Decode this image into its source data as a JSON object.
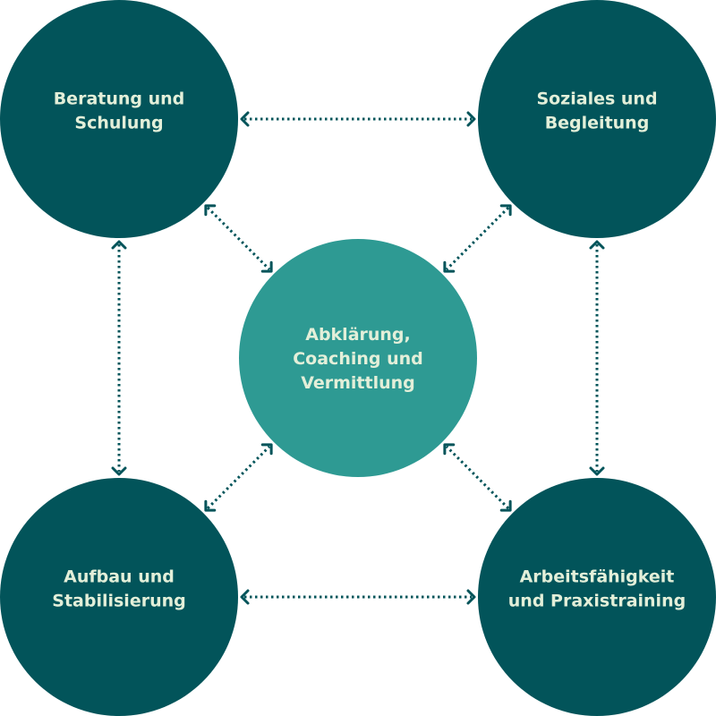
{
  "colors": {
    "outer_fill": "#02545a",
    "center_fill": "#2e9a93",
    "label_text": "#e3efd9",
    "connector": "#02545a",
    "background": "#ffffff"
  },
  "nodes": [
    {
      "id": "top-left",
      "role": "outer",
      "lines": [
        "Beratung und",
        "Schulung"
      ]
    },
    {
      "id": "top-right",
      "role": "outer",
      "lines": [
        "Soziales und",
        "Begleitung"
      ]
    },
    {
      "id": "bottom-left",
      "role": "outer",
      "lines": [
        "Aufbau und",
        "Stabilisierung"
      ]
    },
    {
      "id": "bottom-right",
      "role": "outer",
      "lines": [
        "Arbeitsfähigkeit",
        "und Praxistraining"
      ]
    },
    {
      "id": "center",
      "role": "center",
      "lines": [
        "Abklärung,",
        "Coaching und",
        "Vermittlung"
      ]
    }
  ],
  "connections": [
    {
      "from": "top-left",
      "to": "top-right",
      "style": "dotted",
      "arrows": "both"
    },
    {
      "from": "top-left",
      "to": "bottom-left",
      "style": "dotted",
      "arrows": "both"
    },
    {
      "from": "top-right",
      "to": "bottom-right",
      "style": "dotted",
      "arrows": "both"
    },
    {
      "from": "bottom-left",
      "to": "bottom-right",
      "style": "dotted",
      "arrows": "both"
    },
    {
      "from": "top-left",
      "to": "center",
      "style": "dotted",
      "arrows": "both"
    },
    {
      "from": "top-right",
      "to": "center",
      "style": "dotted",
      "arrows": "both"
    },
    {
      "from": "bottom-left",
      "to": "center",
      "style": "dotted",
      "arrows": "both"
    },
    {
      "from": "bottom-right",
      "to": "center",
      "style": "dotted",
      "arrows": "both"
    }
  ]
}
